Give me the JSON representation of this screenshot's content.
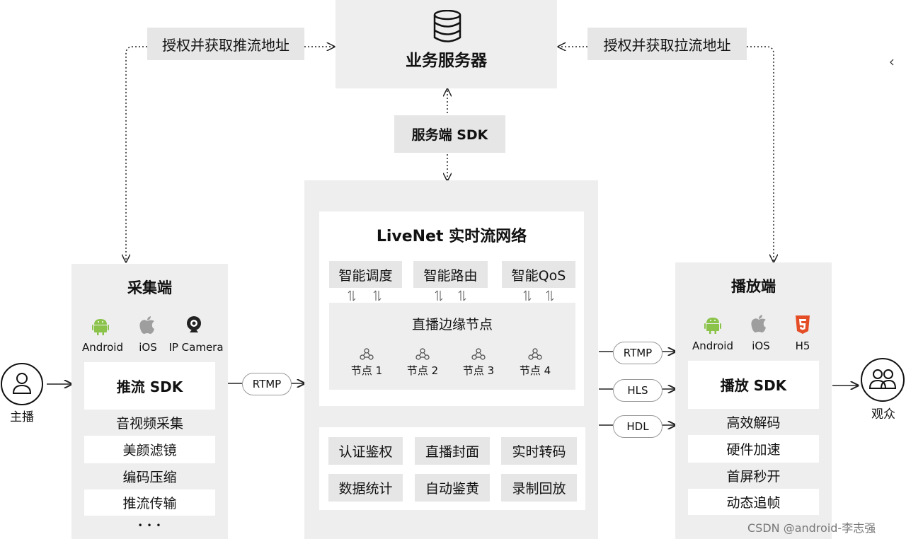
{
  "server": {
    "title": "业务服务器",
    "icon": "database-icon"
  },
  "server_sdk": "服务端 SDK",
  "auth_push": "授权并获取推流地址",
  "auth_pull": "授权并获取拉流地址",
  "capture": {
    "title": "采集端",
    "platforms": [
      {
        "label": "Android",
        "icon": "android-icon"
      },
      {
        "label": "iOS",
        "icon": "apple-icon"
      },
      {
        "label": "IP Camera",
        "icon": "webcam-icon"
      }
    ],
    "sdk_title": "推流 SDK",
    "features": [
      "音视频采集",
      "美颜滤镜",
      "编码压缩",
      "推流传输"
    ],
    "more": "• • •"
  },
  "anchor_label": "主播",
  "viewers_label": "观众",
  "rtmp_in": "RTMP",
  "network": {
    "title": "LiveNet 实时流网络",
    "modules": [
      "智能调度",
      "智能路由",
      "智能QoS"
    ],
    "edge_title": "直播边缘节点",
    "nodes": [
      "节点 1",
      "节点 2",
      "节点 3",
      "节点 4"
    ],
    "services": [
      "认证鉴权",
      "直播封面",
      "实时转码",
      "数据统计",
      "自动鉴黄",
      "录制回放"
    ]
  },
  "protocols": [
    "RTMP",
    "HLS",
    "HDL"
  ],
  "player": {
    "title": "播放端",
    "platforms": [
      {
        "label": "Android",
        "icon": "android-icon"
      },
      {
        "label": "iOS",
        "icon": "apple-icon"
      },
      {
        "label": "H5",
        "icon": "html5-icon"
      }
    ],
    "sdk_title": "播放 SDK",
    "features": [
      "高效解码",
      "硬件加速",
      "首屏秒开",
      "动态追帧"
    ]
  },
  "watermark": "CSDN @android-李志强",
  "colors": {
    "panel": "#eeeeee",
    "chip": "#e6e6e6",
    "android": "#8bc34a",
    "apple": "#9e9e9e",
    "html5": "#e44d26"
  }
}
